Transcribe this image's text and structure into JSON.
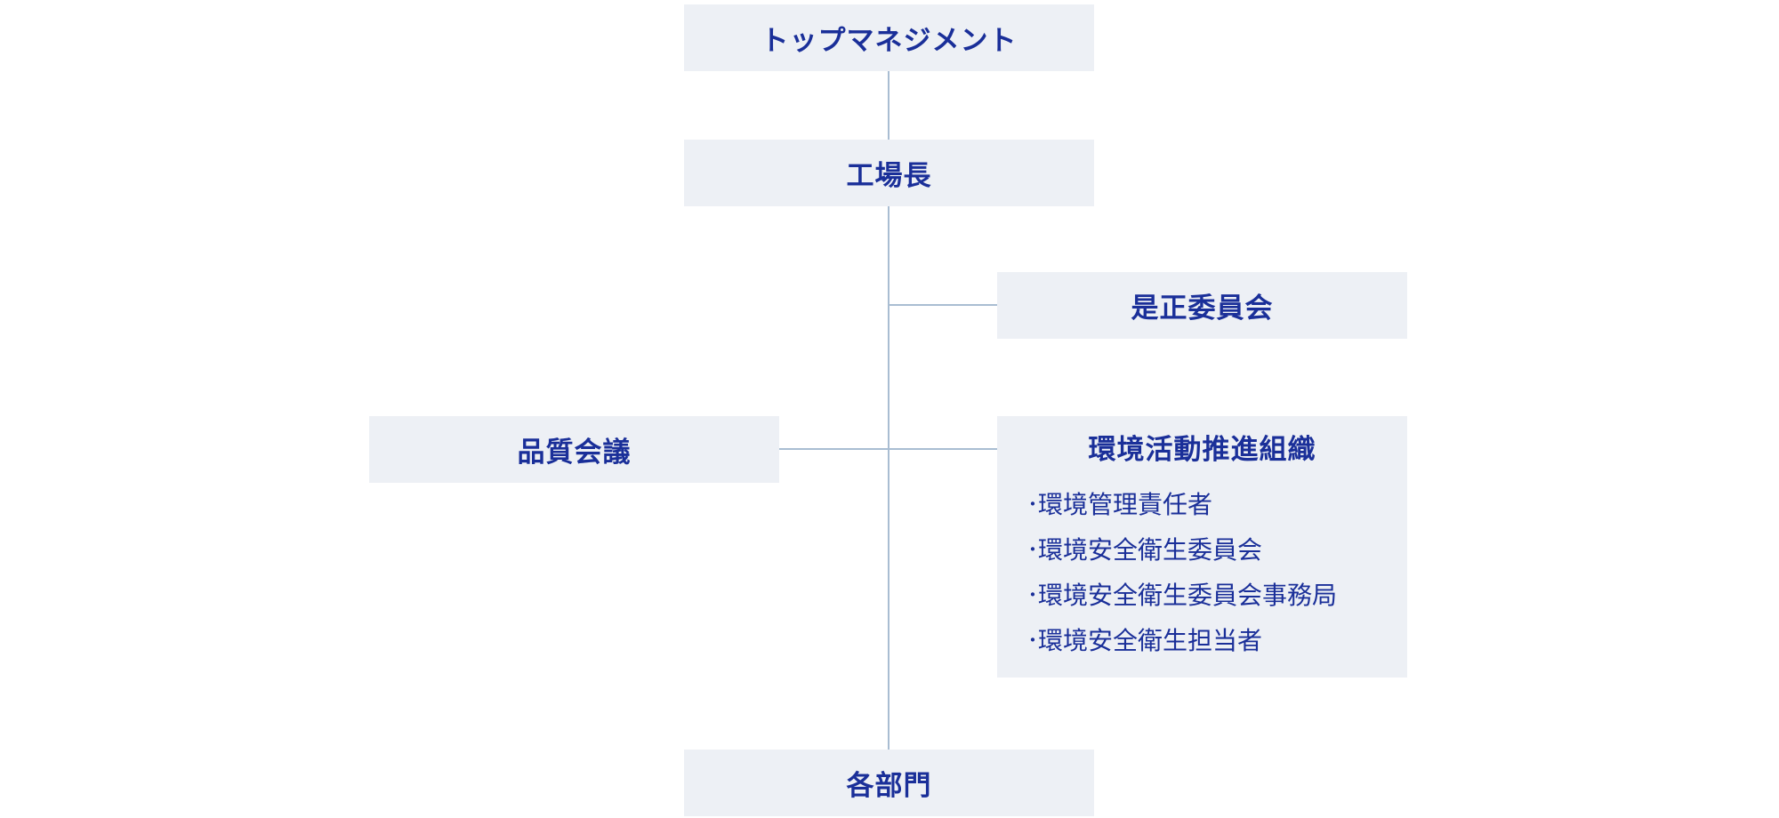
{
  "diagram": {
    "nodes": {
      "top_management": "トップマネジメント",
      "plant_manager": "工場長",
      "corrective_committee": "是正委員会",
      "quality_meeting": "品質会議",
      "env_organization": {
        "title": "環境活動推進組織",
        "items": [
          "環境管理責任者",
          "環境安全衛生委員会",
          "環境安全衛生委員会事務局",
          "環境安全衛生担当者"
        ]
      },
      "departments": "各部門"
    },
    "bullet": "・",
    "colors": {
      "box_background": "#edf0f5",
      "text": "#1a2f99",
      "connector": "#a9bdd2"
    }
  }
}
